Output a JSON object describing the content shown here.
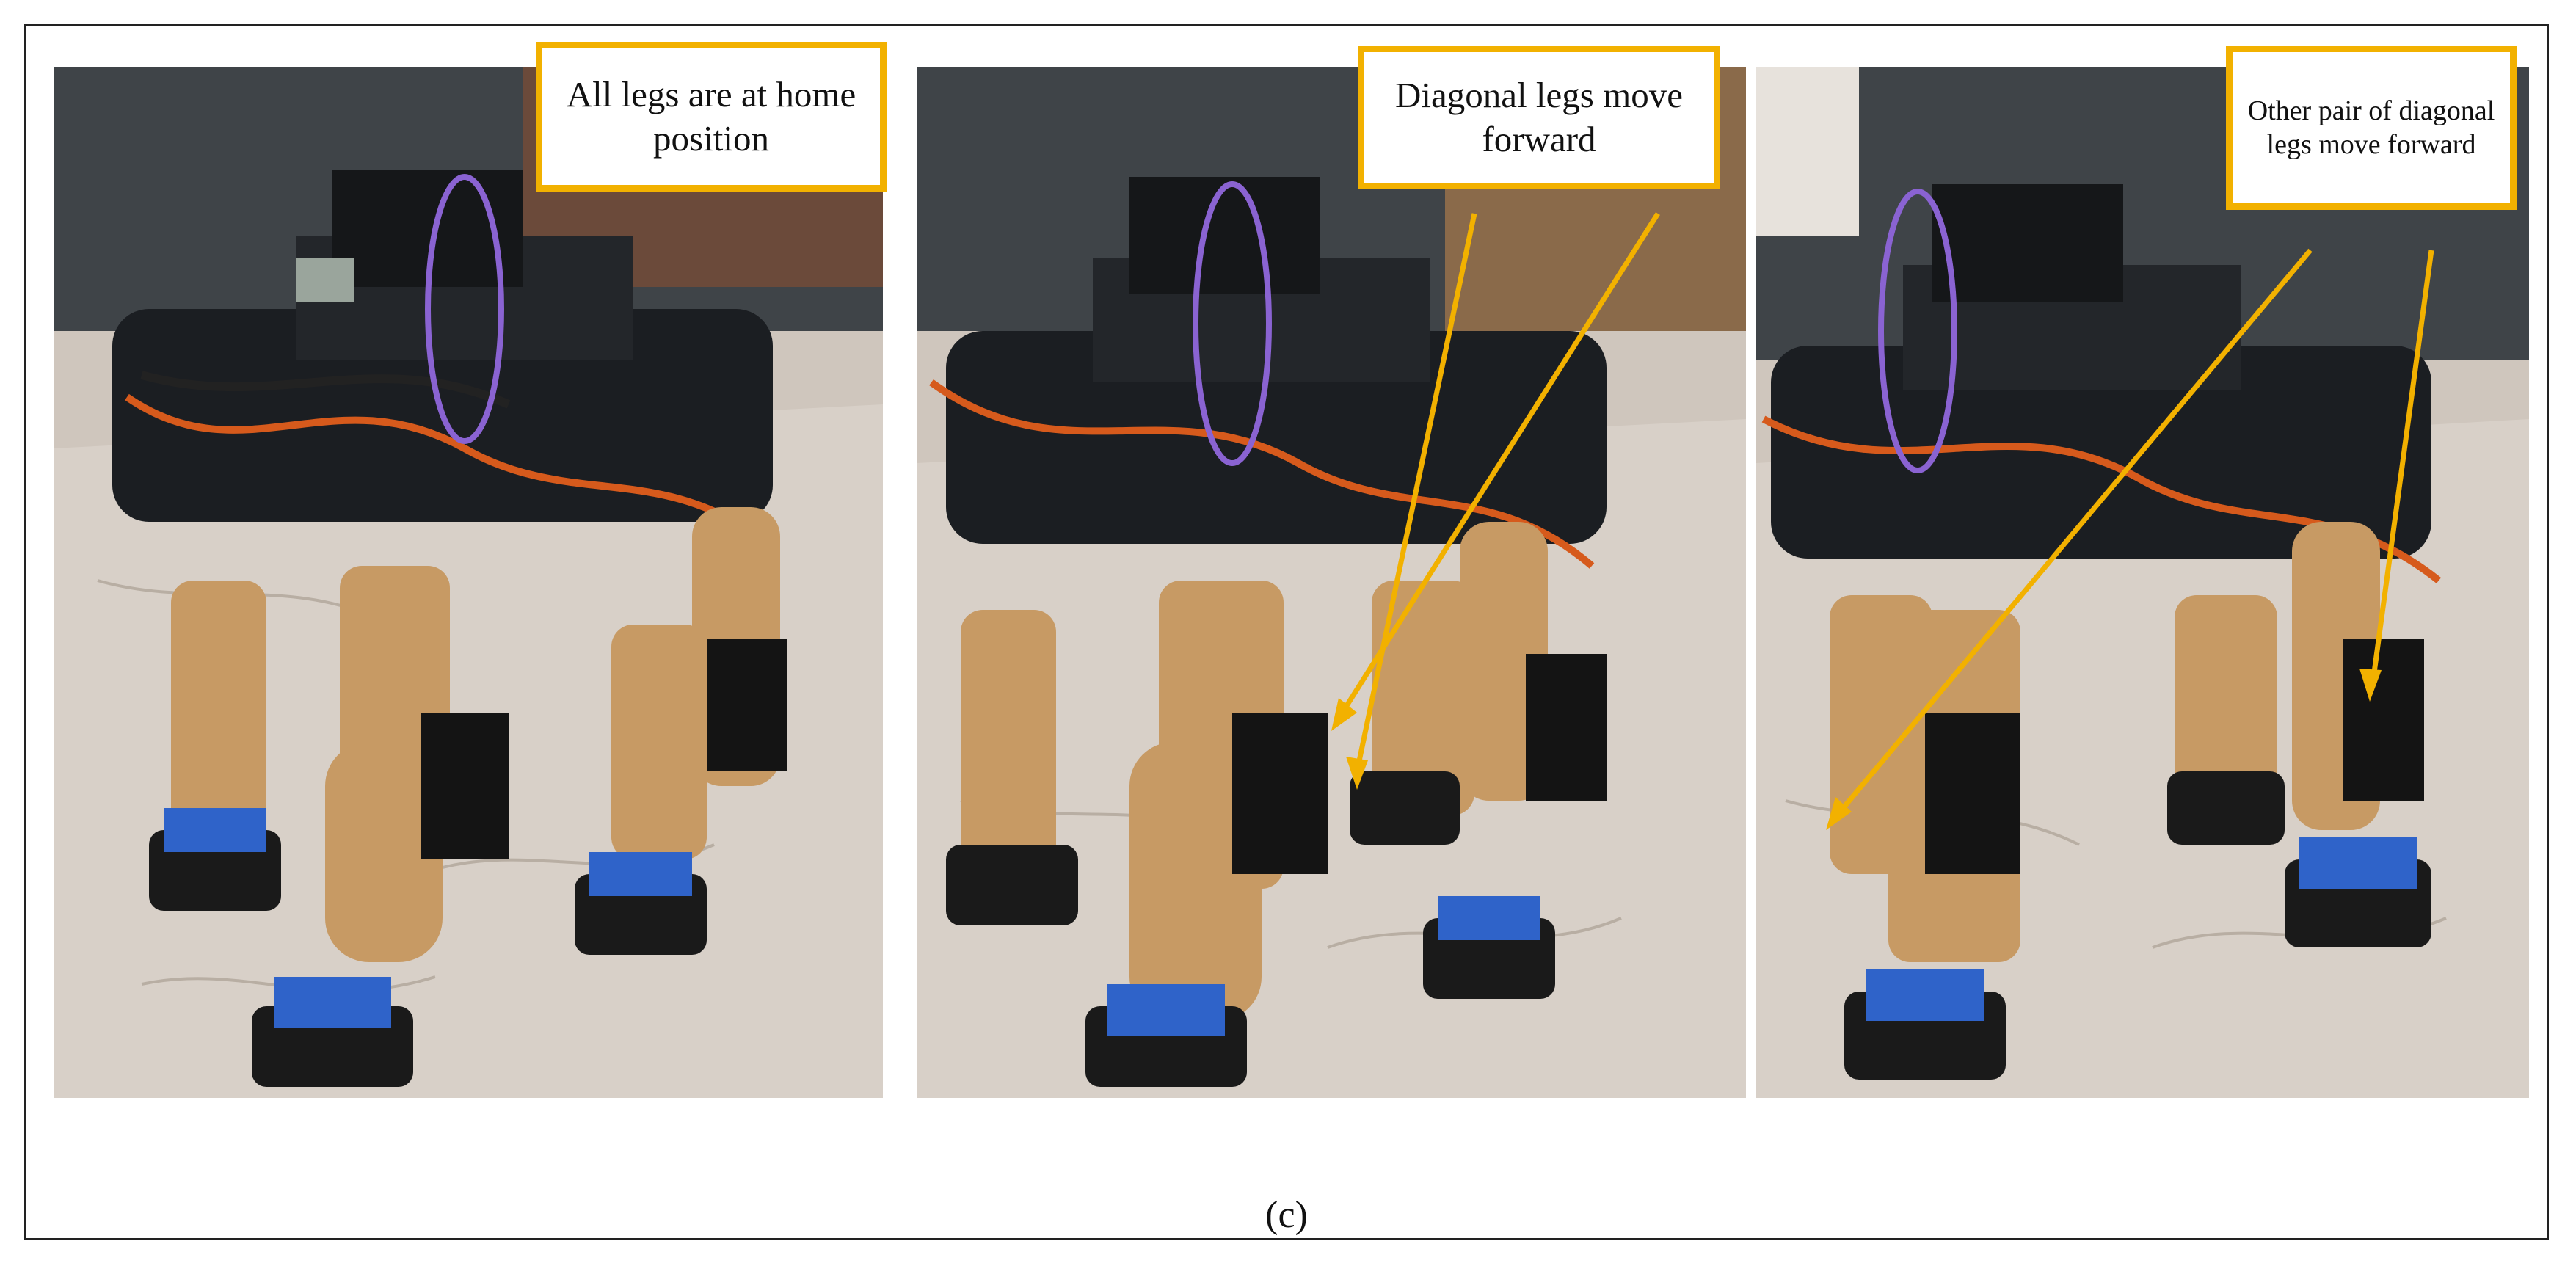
{
  "figure": {
    "caption": "(c)",
    "panels": [
      {
        "callout": "All legs are at home position"
      },
      {
        "callout": "Diagonal legs move forward"
      },
      {
        "callout": "Other pair of diagonal legs move forward"
      }
    ]
  },
  "colors": {
    "callout_border": "#f2b100",
    "arrow": "#f2b100",
    "frame_border": "#222222"
  }
}
